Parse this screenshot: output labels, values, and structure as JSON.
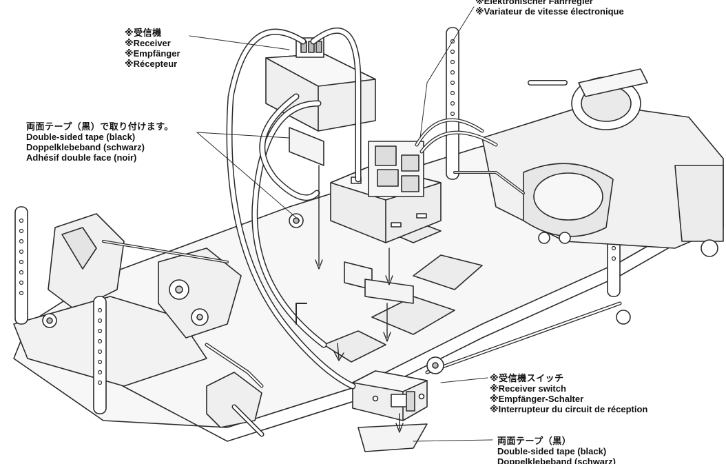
{
  "esc_label": {
    "de": "※Elektronischer Fahrregler",
    "fr": "※Variateur de vitesse électronique"
  },
  "receiver_label": {
    "jp": "※受信機",
    "en": "※Receiver",
    "de": "※Empfänger",
    "fr": "※Récepteur"
  },
  "tape_black_label": {
    "jp": "両面テープ（黒）で取り付けます。",
    "en": "Double-sided tape (black)",
    "de": "Doppelklebeband (schwarz)",
    "fr": "Adhésif double face (noir)"
  },
  "receiver_switch_label": {
    "jp": "※受信機スイッチ",
    "en": "※Receiver switch",
    "de": "※Empfänger-Schalter",
    "fr": "※Interrupteur du circuit de réception"
  },
  "switch_tape_label": {
    "jp": "両面テープ（黒）",
    "en": "Double-sided tape (black)",
    "de": "Doppelklebeband (schwarz)"
  }
}
